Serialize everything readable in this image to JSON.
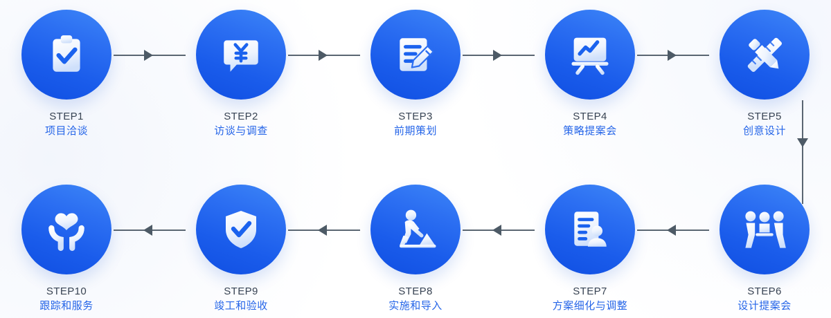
{
  "diagram": {
    "title": "Project workflow 10 steps",
    "accent_circle_gradient_from": "#3d86f7",
    "accent_circle_gradient_to": "#104fe2",
    "step_id_color": "#394452",
    "step_title_color": "#2565e8",
    "connector_color": "#5a6672",
    "background_color": "#ffffff"
  },
  "steps": [
    {
      "id": "STEP1",
      "title": "项目洽谈",
      "icon": "clipboard-check-icon"
    },
    {
      "id": "STEP2",
      "title": "访谈与调查",
      "icon": "speech-bubble-yuan-icon"
    },
    {
      "id": "STEP3",
      "title": "前期策划",
      "icon": "document-pencil-icon"
    },
    {
      "id": "STEP4",
      "title": "策略提案会",
      "icon": "presentation-chart-icon"
    },
    {
      "id": "STEP5",
      "title": "创意设计",
      "icon": "pencil-ruler-icon"
    },
    {
      "id": "STEP6",
      "title": "设计提案会",
      "icon": "meeting-people-icon"
    },
    {
      "id": "STEP7",
      "title": "方案细化与调整",
      "icon": "document-person-icon"
    },
    {
      "id": "STEP8",
      "title": "实施和导入",
      "icon": "worker-digging-icon"
    },
    {
      "id": "STEP9",
      "title": "竣工和验收",
      "icon": "shield-check-icon"
    },
    {
      "id": "STEP10",
      "title": "跟踪和服务",
      "icon": "hands-heart-icon"
    }
  ],
  "connectors": [
    {
      "name": "arrow-step1-to-step2",
      "direction": "right"
    },
    {
      "name": "arrow-step2-to-step3",
      "direction": "right"
    },
    {
      "name": "arrow-step3-to-step4",
      "direction": "right"
    },
    {
      "name": "arrow-step4-to-step5",
      "direction": "right"
    },
    {
      "name": "arrow-step5-to-step6",
      "direction": "down"
    },
    {
      "name": "arrow-step6-to-step7",
      "direction": "left"
    },
    {
      "name": "arrow-step7-to-step8",
      "direction": "left"
    },
    {
      "name": "arrow-step8-to-step9",
      "direction": "left"
    },
    {
      "name": "arrow-step9-to-step10",
      "direction": "left"
    }
  ]
}
